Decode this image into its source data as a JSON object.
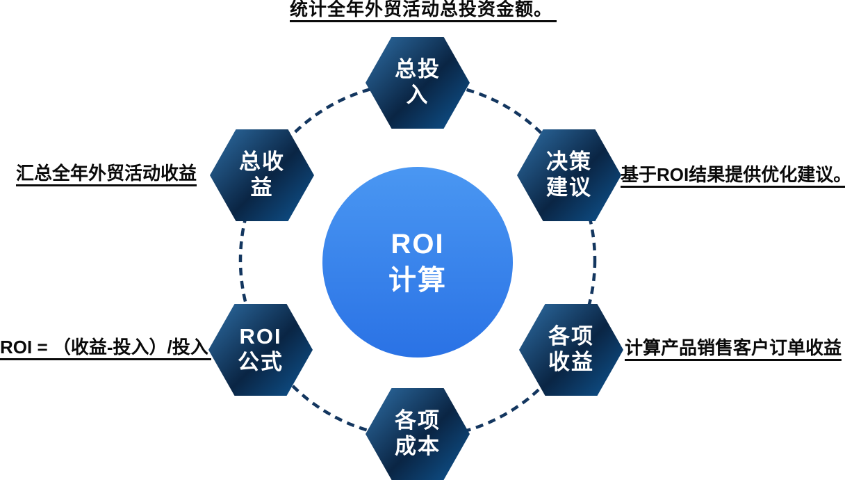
{
  "diagram": {
    "center": {
      "label": "ROI\n计算"
    },
    "nodes": [
      {
        "id": "total-investment",
        "label": "总投\n入"
      },
      {
        "id": "total-revenue",
        "label": "总收\n益"
      },
      {
        "id": "decision-advice",
        "label": "决策\n建议"
      },
      {
        "id": "roi-formula",
        "label": "ROI\n公式"
      },
      {
        "id": "item-revenue",
        "label": "各项\n收益"
      },
      {
        "id": "item-cost",
        "label": "各项\n成本"
      }
    ],
    "captions": {
      "top": "统计全年外贸活动总投资金额。",
      "left": "汇总全年外贸活动收益",
      "right": "基于ROI结果提供优化建议。",
      "formula": "ROI = （收益-投入）/投入",
      "bottom_right": "计算产品销售客户订单收益"
    },
    "colors": {
      "hex_gradient_light": "#2f6fa6",
      "hex_gradient_dark": "#0a2544",
      "hex_gradient_mid": "#0f5795",
      "circle_gradient_top": "#4a97f2",
      "circle_gradient_bottom": "#2a72e5",
      "orbit_stroke": "#13365f",
      "caption_text": "#0a0a0a"
    }
  }
}
